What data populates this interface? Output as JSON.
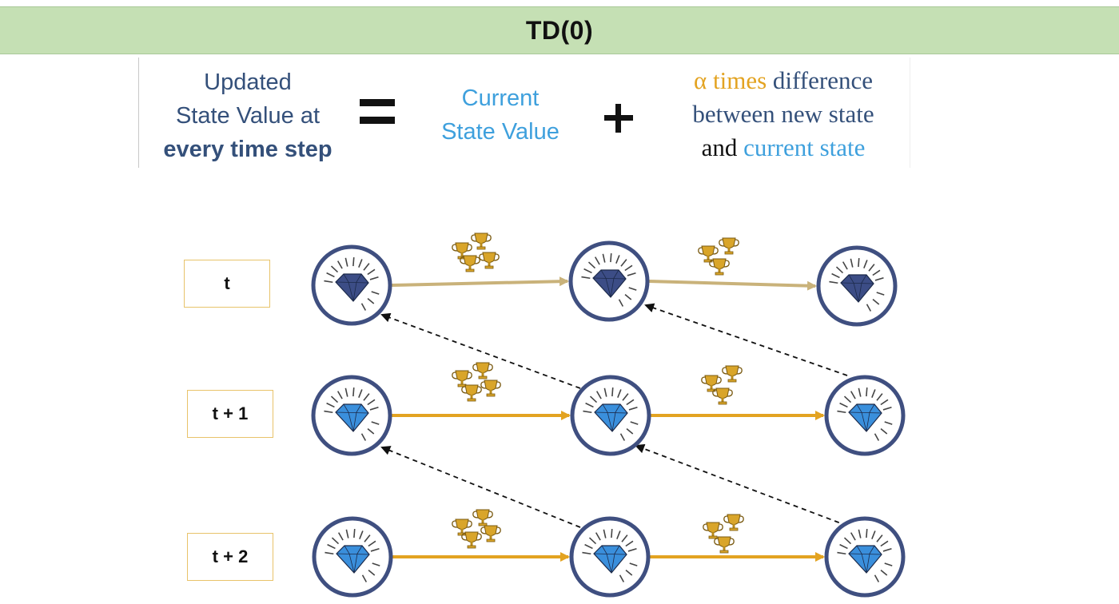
{
  "title": "TD(0)",
  "equation": {
    "left_line1": "Updated",
    "left_line2": "State Value at",
    "left_line3": "every time step",
    "middle_line1": "Current",
    "middle_line2": "State Value",
    "right_alpha": "α times",
    "right_diff": " difference",
    "right_line2": "between new state",
    "right_and": "and ",
    "right_current": "current state"
  },
  "rows": [
    {
      "label": "t"
    },
    {
      "label": "t + 1"
    },
    {
      "label": "t + 2"
    }
  ],
  "colors": {
    "title_bar": "#c5e0b4",
    "state_circle": "#3f4f80",
    "diamond_dark": "#3c4d86",
    "diamond_light": "#3a8fdc",
    "arrow_orange": "#e3a321",
    "arrow_muted": "#c9b27a",
    "label_border": "#e8c36a"
  },
  "icons": [
    "trophy-icon",
    "diamond-icon"
  ]
}
